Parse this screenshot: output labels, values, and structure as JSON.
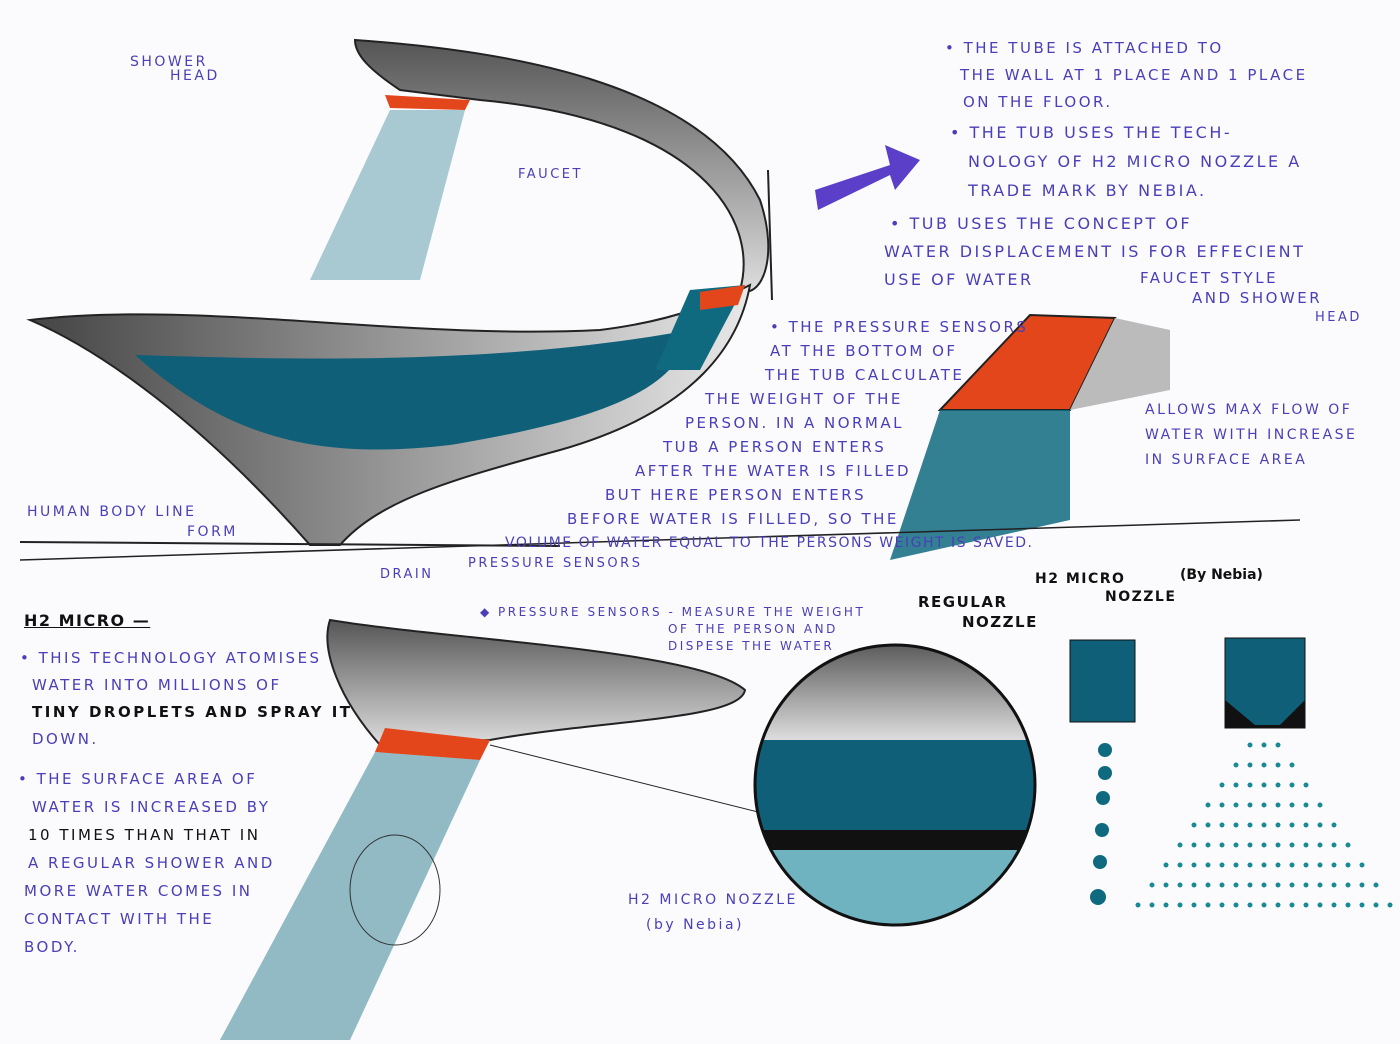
{
  "colors": {
    "ink": "#4a3fb8",
    "teal": "#0f6a80",
    "orange": "#e2461a",
    "graphite": "#7a7a7a"
  },
  "labels": {
    "shower_head": [
      "SHOWER",
      "HEAD"
    ],
    "faucet": "FAUCET",
    "human_body_line": [
      "HUMAN BODY LINE",
      "FORM"
    ],
    "drain": "DRAIN",
    "pressure_sensors": "PRESSURE SENSORS",
    "faucet_style": [
      "FAUCET STYLE",
      "AND SHOWER",
      "HEAD"
    ],
    "allows_flow": [
      "ALLOWS MAX FLOW OF",
      "WATER WITH INCREASE",
      "IN SURFACE AREA"
    ],
    "regular_nozzle": [
      "REGULAR",
      "NOZZLE"
    ],
    "h2_micro_nozzle": [
      "H2 MICRO",
      "NOZZLE"
    ],
    "by_nebia": "(By Nebia)",
    "h2_nozzle_circle": [
      "H2 MICRO NOZZLE",
      "(by Nebia)"
    ]
  },
  "notes_top": [
    [
      "• THE TUBE IS ATTACHED TO",
      "THE WALL AT 1 PLACE AND 1 PLACE",
      "ON THE FLOOR."
    ],
    [
      "• THE TUB USES THE TECH-",
      "NOLOGY OF H2 MICRO NOZZLE A",
      "TRADE MARK BY NEBIA."
    ],
    [
      "• TUB USES THE CONCEPT OF",
      "WATER DISPLACEMENT IS FOR EFFECIENT",
      "USE OF WATER"
    ]
  ],
  "pressure_note": [
    "• THE PRESSURE SENSORS",
    "AT THE BOTTOM OF",
    "THE TUB CALCULATE",
    "THE WEIGHT OF THE",
    "PERSON. IN A NORMAL",
    "TUB A PERSON ENTERS",
    "AFTER THE WATER IS FILLED",
    "BUT HERE PERSON ENTERS",
    "BEFORE WATER IS FILLED, SO THE",
    "VOLUME OF WATER EQUAL TO THE PERSONS WEIGHT IS SAVED."
  ],
  "h2_section": {
    "title": "H2 MICRO —",
    "para1": [
      "• THIS TECHNOLOGY ATOMISES",
      "WATER INTO MILLIONS OF",
      "TINY DROPLETS AND SPRAY IT",
      "DOWN."
    ],
    "para2": [
      "• THE SURFACE AREA OF",
      "WATER IS INCREASED BY",
      "10 TIMES THAN THAT IN",
      "A REGULAR SHOWER AND",
      "MORE WATER COMES IN",
      "CONTACT WITH THE",
      "BODY."
    ]
  },
  "sensor_note": [
    "◆ PRESSURE SENSORS - MEASURE THE WEIGHT",
    "OF THE PERSON AND",
    "DISPESE THE WATER"
  ]
}
